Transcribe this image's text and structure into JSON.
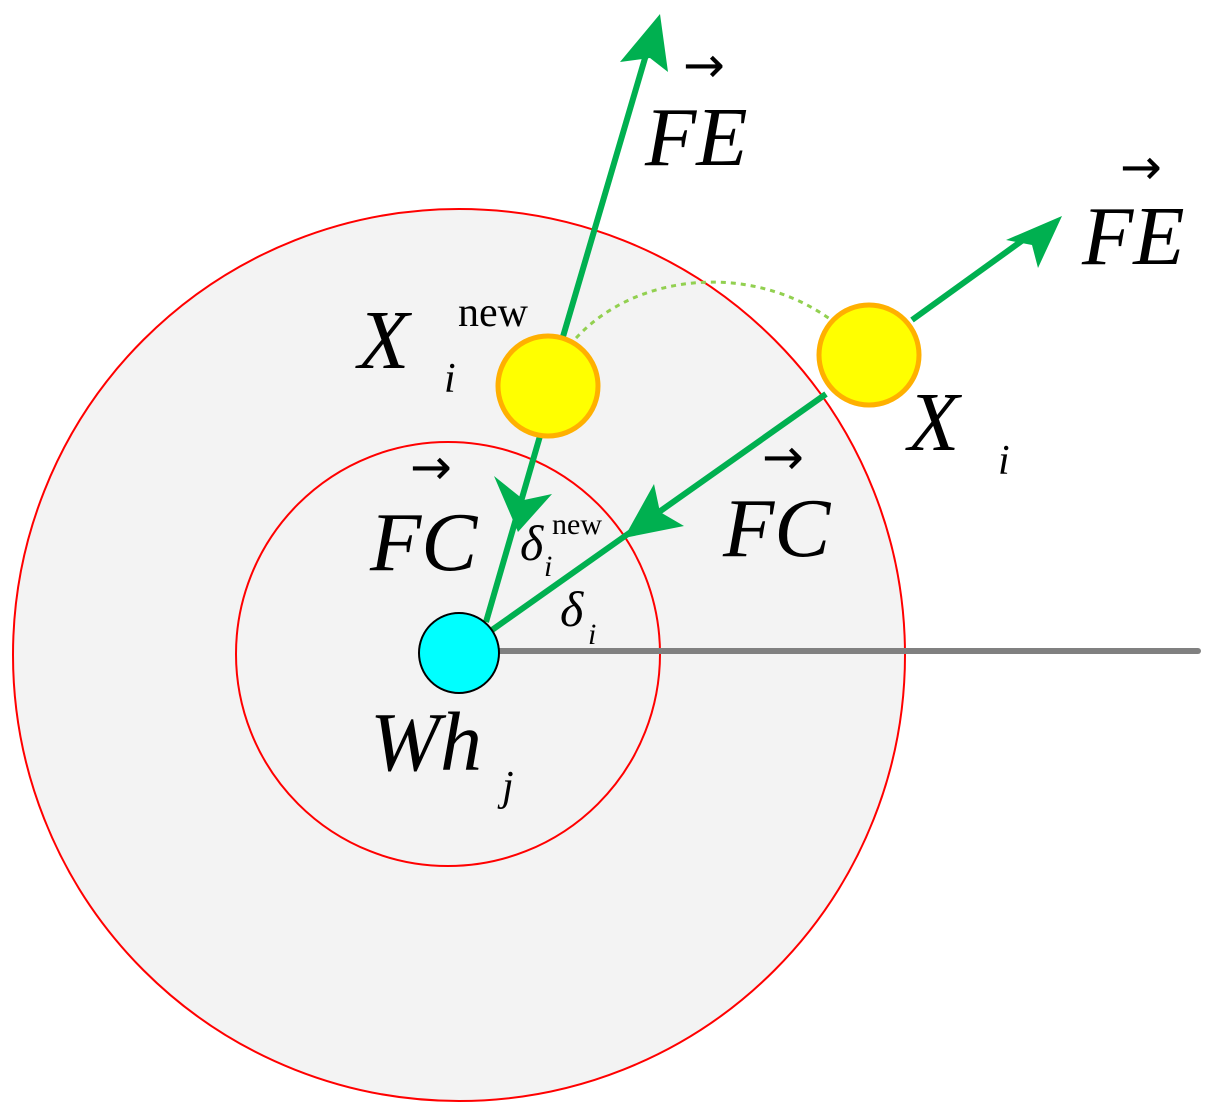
{
  "colors": {
    "outer_disk_fill": "#f3f3f3",
    "circle_stroke": "#ff0000",
    "vector_green": "#00b050",
    "dashed_path": "#92d050",
    "particle_fill": "#ffff00",
    "particle_stroke": "#ffb000",
    "wormhole_fill": "#00ffff",
    "baseline_gray": "#808080"
  },
  "vector_arrow_glyph": "→",
  "labels": {
    "fe_top": {
      "base": "FE"
    },
    "fe_right": {
      "base": "FE"
    },
    "fc_left": {
      "base": "FC"
    },
    "fc_right": {
      "base": "FC"
    },
    "x_new": {
      "base": "X",
      "sub": "i",
      "sup": "new"
    },
    "x_i": {
      "base": "X",
      "sub": "i"
    },
    "delta_new": {
      "base": "δ",
      "sub": "i",
      "sup": "new"
    },
    "delta_i": {
      "base": "δ",
      "sub": "i"
    },
    "wormhole": {
      "base": "Wh",
      "sub": "j"
    }
  }
}
